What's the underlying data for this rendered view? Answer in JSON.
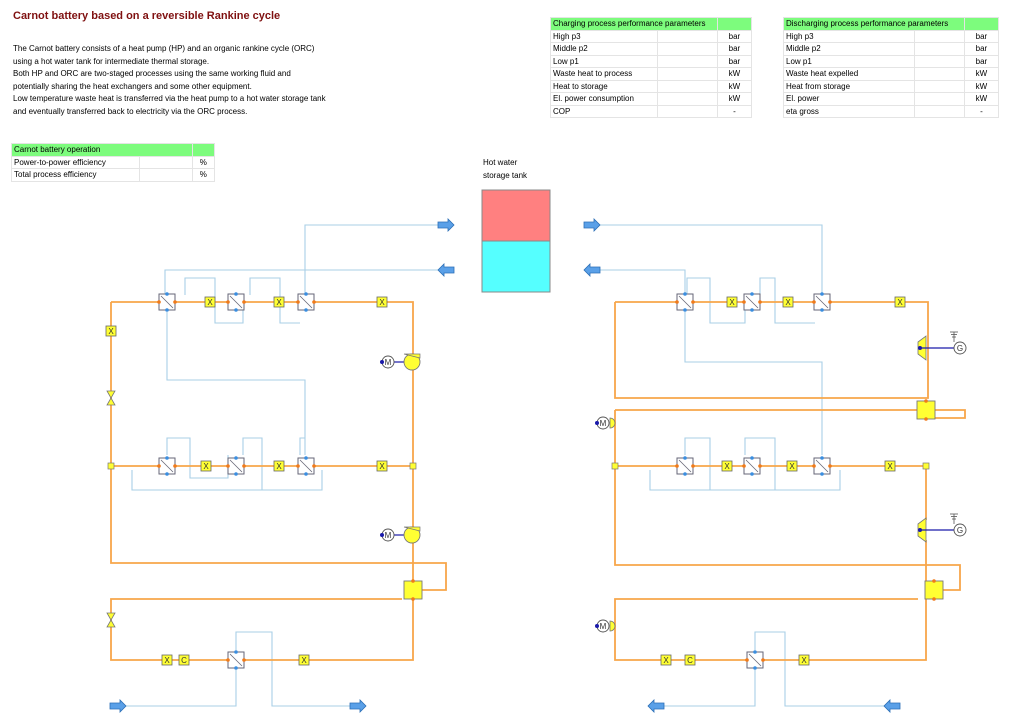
{
  "title": "Carnot battery based on a reversible Rankine cycle",
  "intro_lines": [
    "The Carnot battery consists of a heat pump (HP) and an organic rankine cycle (ORC)",
    "using a hot water tank for intermediate thermal storage.",
    "Both HP and ORC are two-staged processes using the same working fluid and",
    "potentially sharing the heat exchangers and some other equipment.",
    "Low temperature waste heat is transferred via the heat pump to a hot water storage tank",
    "and eventually transferred back to electricity via the ORC process."
  ],
  "charging_table": {
    "header": "Charging process performance parameters",
    "rows": [
      {
        "label": "High p3",
        "unit": "bar"
      },
      {
        "label": "Middle p2",
        "unit": "bar"
      },
      {
        "label": "Low p1",
        "unit": "bar"
      },
      {
        "label": "Waste heat to process",
        "unit": "kW"
      },
      {
        "label": "Heat to storage",
        "unit": "kW"
      },
      {
        "label": "El. power consumption",
        "unit": "kW"
      },
      {
        "label": "COP",
        "unit": "-"
      }
    ]
  },
  "discharging_table": {
    "header": "Discharging process performance parameters",
    "rows": [
      {
        "label": "High p3",
        "unit": "bar"
      },
      {
        "label": "Middle p2",
        "unit": "bar"
      },
      {
        "label": "Low p1",
        "unit": "bar"
      },
      {
        "label": "Waste heat expelled",
        "unit": "kW"
      },
      {
        "label": "Heat from storage",
        "unit": "kW"
      },
      {
        "label": "El. power",
        "unit": "kW"
      },
      {
        "label": "eta gross",
        "unit": "-"
      }
    ]
  },
  "operation_table": {
    "header": "Carnot battery operation",
    "rows": [
      {
        "label": "Power-to-power efficiency",
        "unit": "%"
      },
      {
        "label": "Total process efficiency",
        "unit": "%"
      }
    ]
  },
  "tank": {
    "label_lines": [
      "Hot water",
      "storage tank"
    ],
    "hot_color": "#ff8080",
    "cold_color": "#55ffff"
  },
  "symbols": {
    "motor": "M",
    "generator": "G",
    "valve_tag": "X",
    "cooler_tag": "C"
  },
  "colors": {
    "working_fluid": "#f7a64a",
    "water": "#a8cfe6",
    "electric": "#1a1aaa",
    "component": "#ffff33",
    "title": "#7f1010",
    "table_header": "#7dfc7d"
  }
}
